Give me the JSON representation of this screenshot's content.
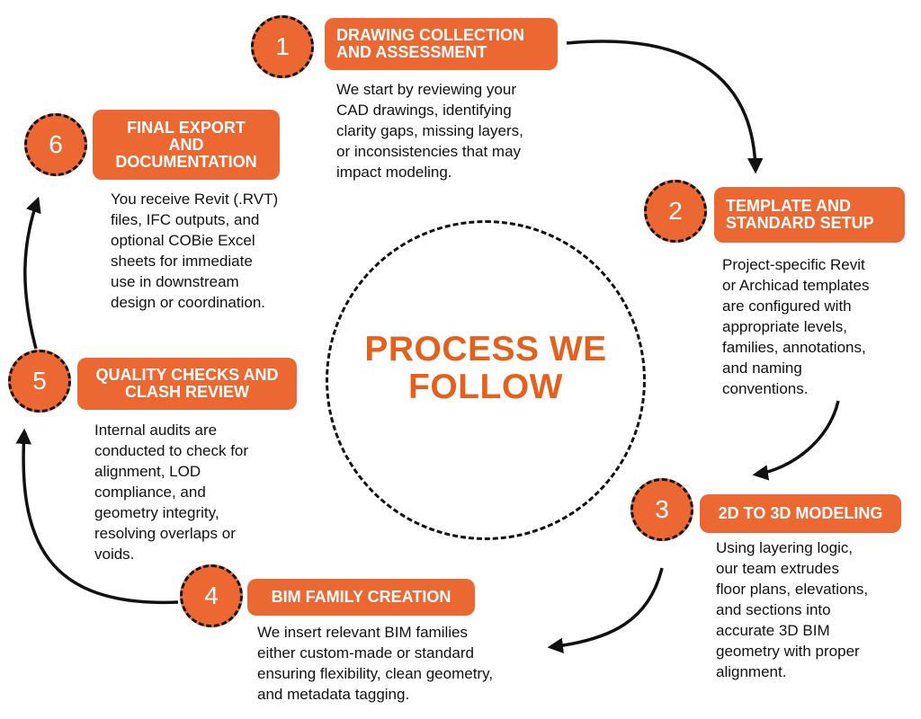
{
  "title": "PROCESS WE FOLLOW",
  "colors": {
    "accent": "#ec6833",
    "title": "#e3611f",
    "text": "#111111"
  },
  "steps": [
    {
      "number": "1",
      "heading": "DRAWING COLLECTION\nAND ASSESSMENT",
      "description": "We start by reviewing your\nCAD drawings, identifying\nclarity gaps, missing layers,\nor inconsistencies that may\nimpact modeling."
    },
    {
      "number": "2",
      "heading": "TEMPLATE AND\nSTANDARD SETUP",
      "description": "Project-specific Revit\nor Archicad templates\nare configured with\nappropriate levels,\nfamilies, annotations,\nand naming\nconventions."
    },
    {
      "number": "3",
      "heading": "2D TO 3D MODELING",
      "description": "Using layering logic,\nour team extrudes\nfloor plans, elevations,\nand sections into\naccurate 3D BIM\ngeometry with proper\nalignment."
    },
    {
      "number": "4",
      "heading": "BIM FAMILY CREATION",
      "description": "We insert relevant BIM families\neither custom-made or standard\nensuring flexibility, clean geometry,\nand metadata tagging."
    },
    {
      "number": "5",
      "heading": "QUALITY CHECKS AND\nCLASH REVIEW",
      "description": "Internal audits are\nconducted to check for\nalignment, LOD\ncompliance, and\ngeometry integrity,\nresolving overlaps or\nvoids."
    },
    {
      "number": "6",
      "heading": "FINAL EXPORT\nAND\nDOCUMENTATION",
      "description": "You receive Revit (.RVT)\nfiles, IFC outputs, and\noptional COBie Excel\nsheets for immediate\nuse in downstream\ndesign or coordination."
    }
  ]
}
